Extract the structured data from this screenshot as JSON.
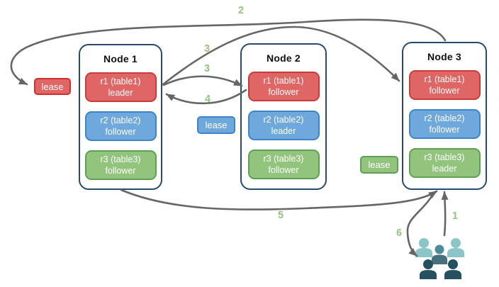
{
  "colors": {
    "red_fill": "#E06666",
    "red_border": "#C93C3C",
    "blue_fill": "#6FA8DC",
    "blue_border": "#3D85C8",
    "green_fill": "#93C47D",
    "green_border": "#5FA154",
    "node_border": "#274B70",
    "arrow": "#666666",
    "label_green": "#93C47D",
    "people_light": "#8CC5C8",
    "people_mid": "#4F8C99",
    "people_mid_body": "#47707E",
    "people_dark": "#24505F"
  },
  "nodes": [
    {
      "title": "Node 1",
      "replicas": [
        {
          "label": "r1 (table1)",
          "role": "leader",
          "color": "red"
        },
        {
          "label": "r2 (table2)",
          "role": "follower",
          "color": "blue"
        },
        {
          "label": "r3 (table3)",
          "role": "follower",
          "color": "green"
        }
      ]
    },
    {
      "title": "Node 2",
      "replicas": [
        {
          "label": "r1 (table1)",
          "role": "follower",
          "color": "red"
        },
        {
          "label": "r2 (table2)",
          "role": "leader",
          "color": "blue"
        },
        {
          "label": "r3 (table3)",
          "role": "follower",
          "color": "green"
        }
      ]
    },
    {
      "title": "Node 3",
      "replicas": [
        {
          "label": "r1 (table1)",
          "role": "follower",
          "color": "red"
        },
        {
          "label": "r2 (table2)",
          "role": "follower",
          "color": "blue"
        },
        {
          "label": "r3 (table3)",
          "role": "leader",
          "color": "green"
        }
      ]
    }
  ],
  "leases": [
    {
      "label": "lease",
      "color": "red"
    },
    {
      "label": "lease",
      "color": "blue"
    },
    {
      "label": "lease",
      "color": "green"
    }
  ],
  "arrow_labels": {
    "a1": "1",
    "a2": "2",
    "a3_long": "3",
    "a3_short": "3",
    "a4": "4",
    "a5": "5",
    "a6": "6"
  },
  "icons": {
    "users_group": "users-group-icon"
  }
}
